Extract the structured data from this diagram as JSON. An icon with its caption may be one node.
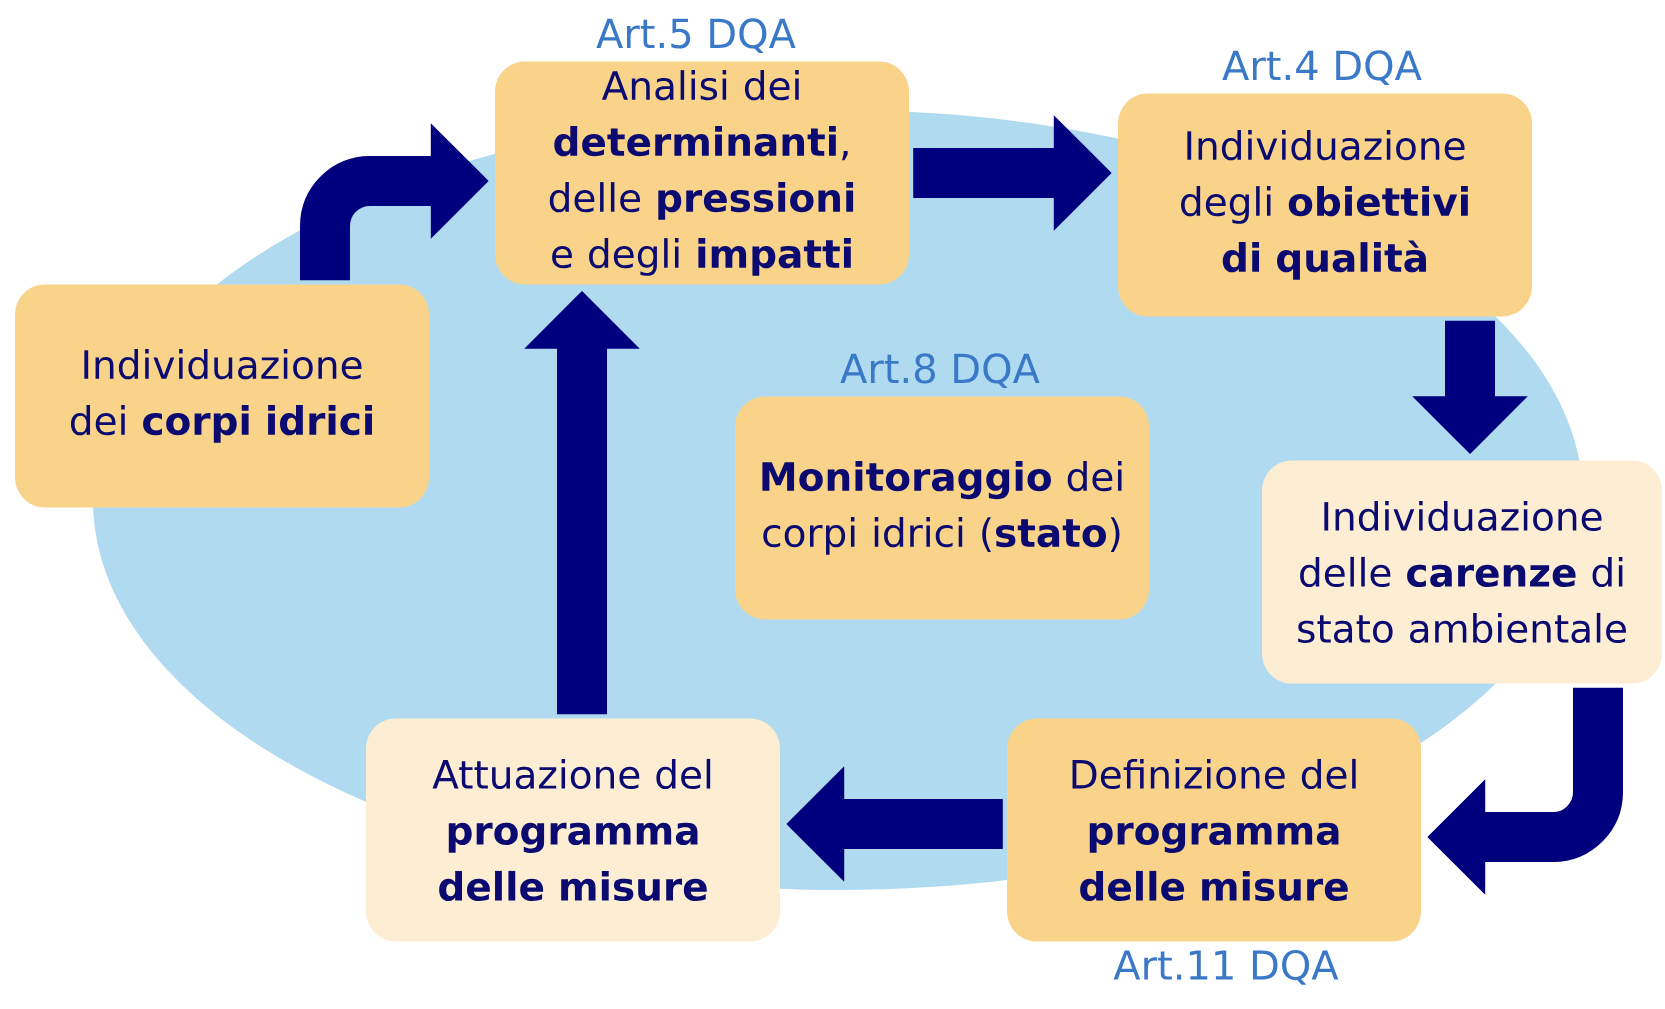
{
  "diagram": {
    "nodes": [
      {
        "text": [
          "Individuazione dei **corpi idrici**"
        ]
      },
      {
        "text": [
          "Analisi dei **determinanti**, delle **pressioni** e degli **impatti**"
        ],
        "beside": [
          "Art.5 DQA"
        ]
      },
      {
        "text": [
          "Individuazione degli **obiettivi di qualità**"
        ],
        "beside": [
          "Art.4 DQA"
        ]
      },
      {
        "text": [
          "Individuazione delle **carenze** di stato ambientale"
        ]
      },
      {
        "text": [
          "Definizione del **programma delle misure**"
        ],
        "beside": [
          "Art.11 DQA"
        ]
      },
      {
        "text": [
          "Attuazione del **programma delle misure**"
        ]
      },
      {
        "text": [
          "**Monitoraggio** dei corpi idrici (**stato**)"
        ],
        "beside": [
          "Art.8 DQA"
        ]
      }
    ],
    "edges": [
      {
        "from": 0,
        "to": 1,
        "arrow": "to"
      },
      {
        "from": 1,
        "to": 2,
        "arrow": "to"
      },
      {
        "from": 2,
        "to": 3,
        "arrow": "to"
      },
      {
        "from": 3,
        "to": 4,
        "arrow": "to"
      },
      {
        "from": 4,
        "to": 5,
        "arrow": "to"
      },
      {
        "from": 5,
        "to": 1,
        "arrow": "to"
      }
    ]
  }
}
